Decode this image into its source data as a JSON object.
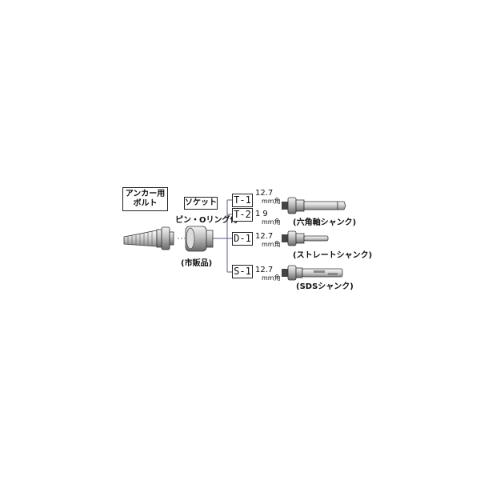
{
  "labels": {
    "anchor_bolt_line1": "アンカー用",
    "anchor_bolt_line2": "ボルト",
    "socket": "ソケット",
    "pin_oring": "ピン・Oリング付",
    "commercial": "(市販品)"
  },
  "adapters": [
    {
      "code": "T-1",
      "size": "12.7",
      "unit": "mm角"
    },
    {
      "code": "T-2",
      "size": "19",
      "unit": "mm角"
    },
    {
      "code": "D-1",
      "size": "12.7",
      "unit": "mm角"
    },
    {
      "code": "S-1",
      "size": "12.7",
      "unit": "mm角"
    }
  ],
  "shanks": {
    "hex": "(六角軸シャンク)",
    "straight": "(ストレートシャンク)",
    "sds": "(SDSシャンク)"
  }
}
